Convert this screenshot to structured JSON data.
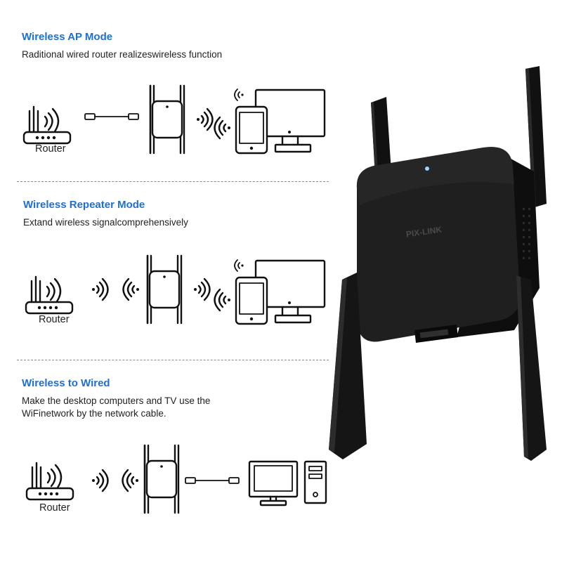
{
  "sections": [
    {
      "title": "Wireless AP Mode",
      "desc": [
        "Raditional wired router realizeswireless function"
      ],
      "router_label": "Router"
    },
    {
      "title": "Wireless Repeater Mode",
      "desc": [
        "Extand wireless signalcomprehensively"
      ],
      "router_label": "Router"
    },
    {
      "title": "Wireless to Wired",
      "desc": [
        "Make the desktop computers and TV use the",
        "WiFinetwork by the network cable."
      ],
      "router_label": "Router"
    }
  ],
  "product": {
    "brand": "PIX-LINK",
    "color": "#1a1a1a",
    "led_color": "#9fd2ff"
  },
  "colors": {
    "title": "#1f6fd1",
    "line": "#111111"
  }
}
